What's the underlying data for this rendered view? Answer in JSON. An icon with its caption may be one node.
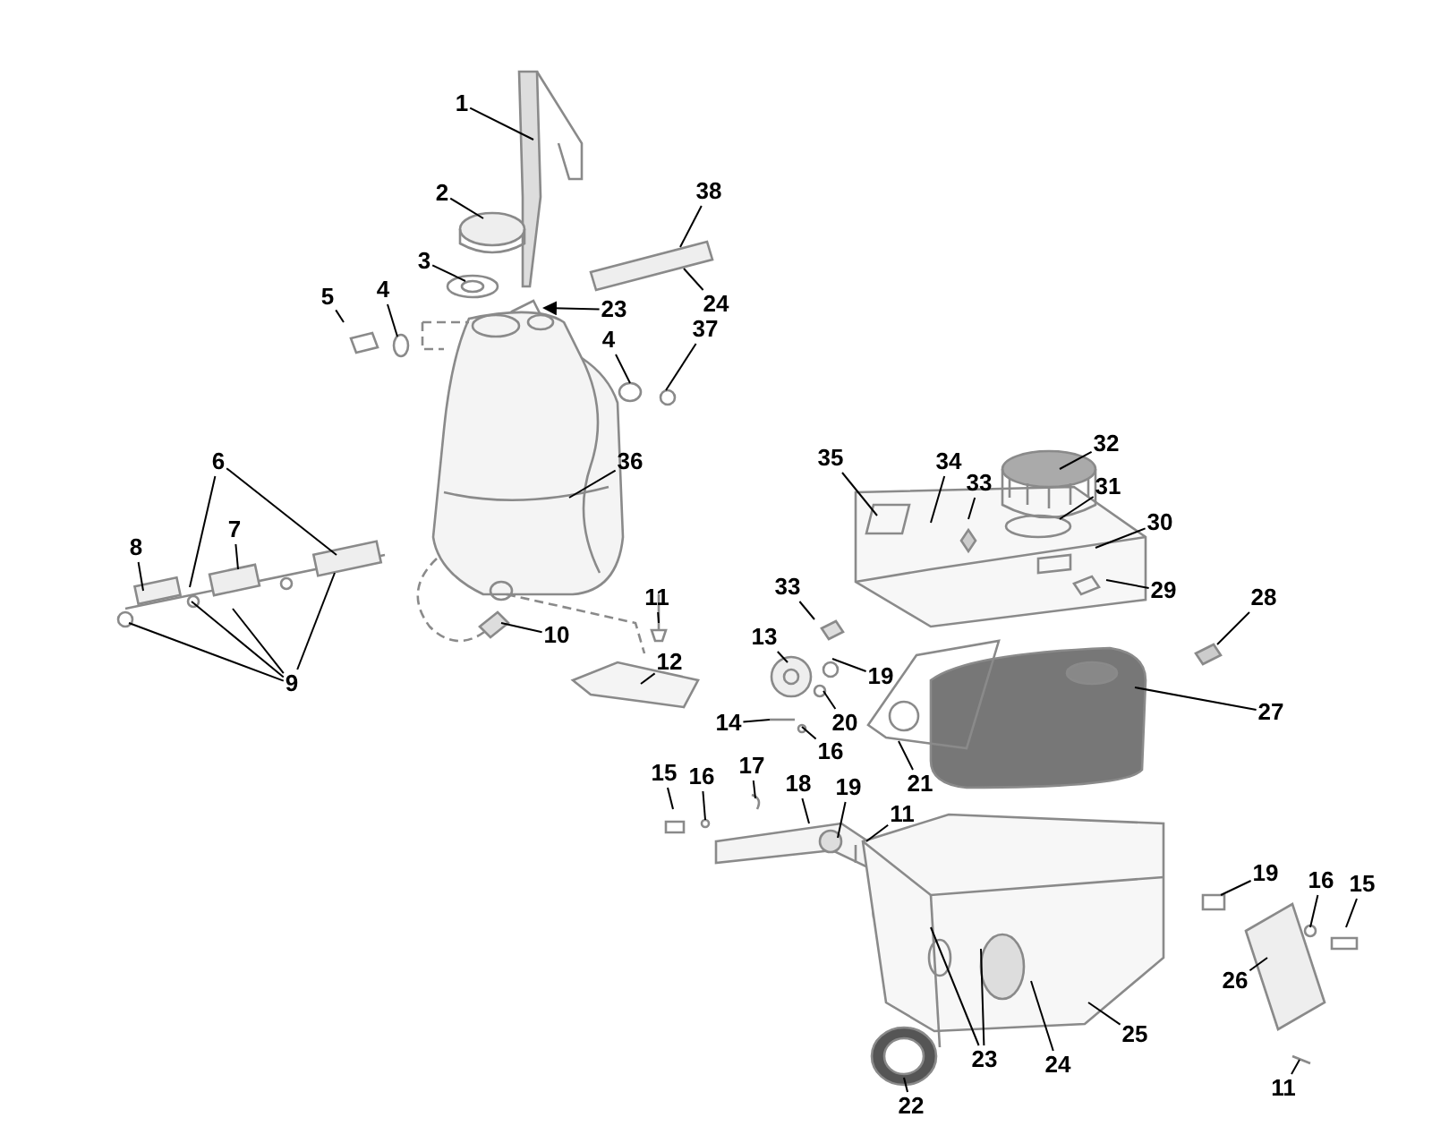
{
  "diagram": {
    "nodes": [
      {
        "text": [
          "1"
        ]
      },
      {
        "text": [
          "2"
        ]
      },
      {
        "text": [
          "3"
        ]
      },
      {
        "text": [
          "38"
        ]
      },
      {
        "text": [
          "24"
        ]
      },
      {
        "text": [
          "23"
        ]
      },
      {
        "text": [
          "5"
        ]
      },
      {
        "text": [
          "4"
        ]
      },
      {
        "text": [
          "4"
        ]
      },
      {
        "text": [
          "37"
        ]
      },
      {
        "text": [
          "36"
        ]
      },
      {
        "text": [
          "6"
        ]
      },
      {
        "text": [
          "7"
        ]
      },
      {
        "text": [
          "8"
        ]
      },
      {
        "text": [
          "9"
        ]
      },
      {
        "text": [
          "11"
        ]
      },
      {
        "text": [
          "10"
        ]
      },
      {
        "text": [
          "12"
        ]
      },
      {
        "text": [
          "13"
        ]
      },
      {
        "text": [
          "33"
        ]
      },
      {
        "text": [
          "33"
        ]
      },
      {
        "text": [
          "35"
        ]
      },
      {
        "text": [
          "34"
        ]
      },
      {
        "text": [
          "32"
        ]
      },
      {
        "text": [
          "31"
        ]
      },
      {
        "text": [
          "30"
        ]
      },
      {
        "text": [
          "29"
        ]
      },
      {
        "text": [
          "28"
        ]
      },
      {
        "text": [
          "27"
        ]
      },
      {
        "text": [
          "19"
        ]
      },
      {
        "text": [
          "20"
        ]
      },
      {
        "text": [
          "14"
        ]
      },
      {
        "text": [
          "16"
        ]
      },
      {
        "text": [
          "21"
        ]
      },
      {
        "text": [
          "15"
        ]
      },
      {
        "text": [
          "16"
        ]
      },
      {
        "text": [
          "17"
        ]
      },
      {
        "text": [
          "18"
        ]
      },
      {
        "text": [
          "19"
        ]
      },
      {
        "text": [
          "11"
        ]
      },
      {
        "text": [
          "19"
        ]
      },
      {
        "text": [
          "16"
        ]
      },
      {
        "text": [
          "15"
        ]
      },
      {
        "text": [
          "26"
        ]
      },
      {
        "text": [
          "11"
        ]
      },
      {
        "text": [
          "23"
        ]
      },
      {
        "text": [
          "24"
        ]
      },
      {
        "text": [
          "25"
        ]
      },
      {
        "text": [
          "22"
        ]
      }
    ],
    "edges": [
      {
        "from": 0,
        "to": null,
        "arrow": "none"
      },
      {
        "from": 1,
        "to": null,
        "arrow": "none"
      },
      {
        "from": 2,
        "to": null,
        "arrow": "none"
      },
      {
        "from": 3,
        "to": null,
        "arrow": "none"
      },
      {
        "from": 4,
        "to": null,
        "arrow": "none"
      },
      {
        "from": 5,
        "to": null,
        "arrow": "to"
      },
      {
        "from": 6,
        "to": null,
        "arrow": "none"
      },
      {
        "from": 7,
        "to": null,
        "arrow": "none"
      },
      {
        "from": 8,
        "to": null,
        "arrow": "none"
      },
      {
        "from": 9,
        "to": null,
        "arrow": "none"
      },
      {
        "from": 10,
        "to": null,
        "arrow": "none"
      },
      {
        "from": 11,
        "to": null,
        "arrow": "none"
      },
      {
        "from": 11,
        "to": null,
        "arrow": "none"
      },
      {
        "from": 12,
        "to": null,
        "arrow": "none"
      },
      {
        "from": 13,
        "to": null,
        "arrow": "none"
      },
      {
        "from": 14,
        "to": null,
        "arrow": "none"
      },
      {
        "from": 14,
        "to": null,
        "arrow": "none"
      },
      {
        "from": 14,
        "to": null,
        "arrow": "none"
      },
      {
        "from": 14,
        "to": null,
        "arrow": "none"
      },
      {
        "from": 15,
        "to": null,
        "arrow": "none"
      },
      {
        "from": 16,
        "to": null,
        "arrow": "none"
      },
      {
        "from": 17,
        "to": null,
        "arrow": "none"
      },
      {
        "from": 18,
        "to": null,
        "arrow": "none"
      },
      {
        "from": 19,
        "to": null,
        "arrow": "none"
      },
      {
        "from": 20,
        "to": null,
        "arrow": "none"
      },
      {
        "from": 21,
        "to": null,
        "arrow": "none"
      },
      {
        "from": 22,
        "to": null,
        "arrow": "none"
      },
      {
        "from": 23,
        "to": null,
        "arrow": "none"
      },
      {
        "from": 24,
        "to": null,
        "arrow": "none"
      },
      {
        "from": 25,
        "to": null,
        "arrow": "none"
      },
      {
        "from": 26,
        "to": null,
        "arrow": "none"
      },
      {
        "from": 27,
        "to": null,
        "arrow": "none"
      },
      {
        "from": 28,
        "to": null,
        "arrow": "none"
      },
      {
        "from": 29,
        "to": null,
        "arrow": "none"
      },
      {
        "from": 30,
        "to": null,
        "arrow": "none"
      },
      {
        "from": 31,
        "to": null,
        "arrow": "none"
      },
      {
        "from": 32,
        "to": null,
        "arrow": "none"
      },
      {
        "from": 33,
        "to": null,
        "arrow": "none"
      },
      {
        "from": 34,
        "to": null,
        "arrow": "none"
      },
      {
        "from": 35,
        "to": null,
        "arrow": "none"
      },
      {
        "from": 36,
        "to": null,
        "arrow": "none"
      },
      {
        "from": 37,
        "to": null,
        "arrow": "none"
      },
      {
        "from": 38,
        "to": null,
        "arrow": "none"
      },
      {
        "from": 39,
        "to": null,
        "arrow": "none"
      },
      {
        "from": 40,
        "to": null,
        "arrow": "none"
      },
      {
        "from": 41,
        "to": null,
        "arrow": "none"
      },
      {
        "from": 42,
        "to": null,
        "arrow": "none"
      },
      {
        "from": 43,
        "to": null,
        "arrow": "none"
      },
      {
        "from": 44,
        "to": null,
        "arrow": "none"
      },
      {
        "from": 45,
        "to": null,
        "arrow": "none"
      },
      {
        "from": 45,
        "to": null,
        "arrow": "none"
      },
      {
        "from": 46,
        "to": null,
        "arrow": "none"
      },
      {
        "from": 47,
        "to": null,
        "arrow": "none"
      },
      {
        "from": 48,
        "to": null,
        "arrow": "none"
      }
    ]
  }
}
